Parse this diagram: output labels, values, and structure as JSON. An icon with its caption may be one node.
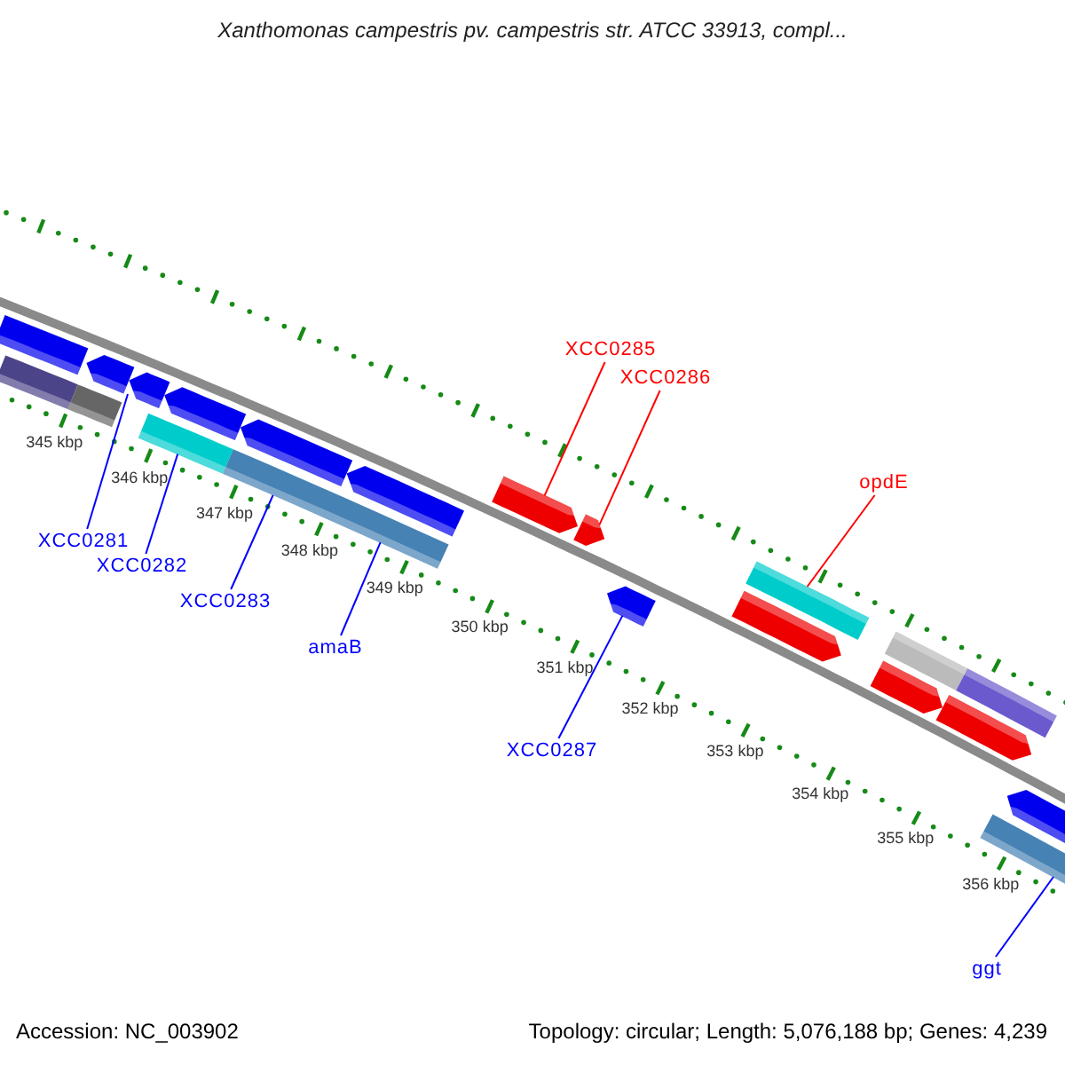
{
  "diagram": {
    "title": "Xanthomonas campestris pv. campestris str. ATCC 33913, compl...",
    "nodes": [
      {
        "text": [
          "XCC0285"
        ]
      },
      {
        "text": [
          "XCC0286"
        ]
      },
      {
        "text": [
          "opdE"
        ]
      },
      {
        "text": [
          "XCC0281"
        ]
      },
      {
        "text": [
          "XCC0282"
        ]
      },
      {
        "text": [
          "XCC0283"
        ]
      },
      {
        "text": [
          "amaB"
        ]
      },
      {
        "text": [
          "XCC0287"
        ]
      },
      {
        "text": [
          "ggt"
        ]
      },
      {
        "text": [],
        "shape": "bar"
      },
      {
        "text": [],
        "shape": "bar"
      },
      {
        "text": [],
        "shape": "bar"
      },
      {
        "text": [],
        "shape": "bar"
      },
      {
        "text": [],
        "shape": "bar"
      },
      {
        "text": [],
        "shape": "bar"
      },
      {
        "text": [],
        "shape": "bar"
      },
      {
        "text": [],
        "shape": "bar"
      },
      {
        "text": [],
        "shape": "bar"
      },
      {
        "text": [],
        "shape": "bar"
      },
      {
        "text": [],
        "shape": "bar"
      },
      {
        "text": [],
        "shape": "bar"
      },
      {
        "text": [],
        "shape": "bar"
      },
      {
        "text": [],
        "shape": "bar"
      },
      {
        "text": [],
        "shape": "bar"
      },
      {
        "text": [],
        "shape": "bar"
      },
      {
        "text": [],
        "shape": "bar"
      },
      {
        "text": [],
        "shape": "bar"
      },
      {
        "text": [],
        "shape": "bar"
      },
      {
        "text": [],
        "shape": "bar"
      },
      {
        "text": [],
        "shape": "bar"
      }
    ],
    "edges": [
      {
        "from": 0,
        "to": 19,
        "arrow": "none",
        "color": "#ff0000"
      },
      {
        "from": 1,
        "to": 20,
        "arrow": "none",
        "color": "#ff0000"
      },
      {
        "from": 2,
        "to": 23,
        "arrow": "none",
        "color": "#ff0000"
      },
      {
        "from": 3,
        "to": 12,
        "arrow": "none"
      },
      {
        "from": 4,
        "to": 14,
        "arrow": "none"
      },
      {
        "from": 5,
        "to": 16,
        "arrow": "none"
      },
      {
        "from": 6,
        "to": 16,
        "arrow": "none"
      },
      {
        "from": 7,
        "to": 21,
        "arrow": "none"
      },
      {
        "from": 8,
        "to": 28,
        "arrow": "none"
      }
    ],
    "labels": [
      "345 kbp",
      "346 kbp",
      "347 kbp",
      "348 kbp",
      "349 kbp",
      "350 kbp",
      "351 kbp",
      "352 kbp",
      "353 kbp",
      "354 kbp",
      "355 kbp",
      "356 kbp",
      "Accession: NC_003902",
      "Topology: circular; Length: 5,076,188 bp; Genes: 4,239"
    ]
  }
}
